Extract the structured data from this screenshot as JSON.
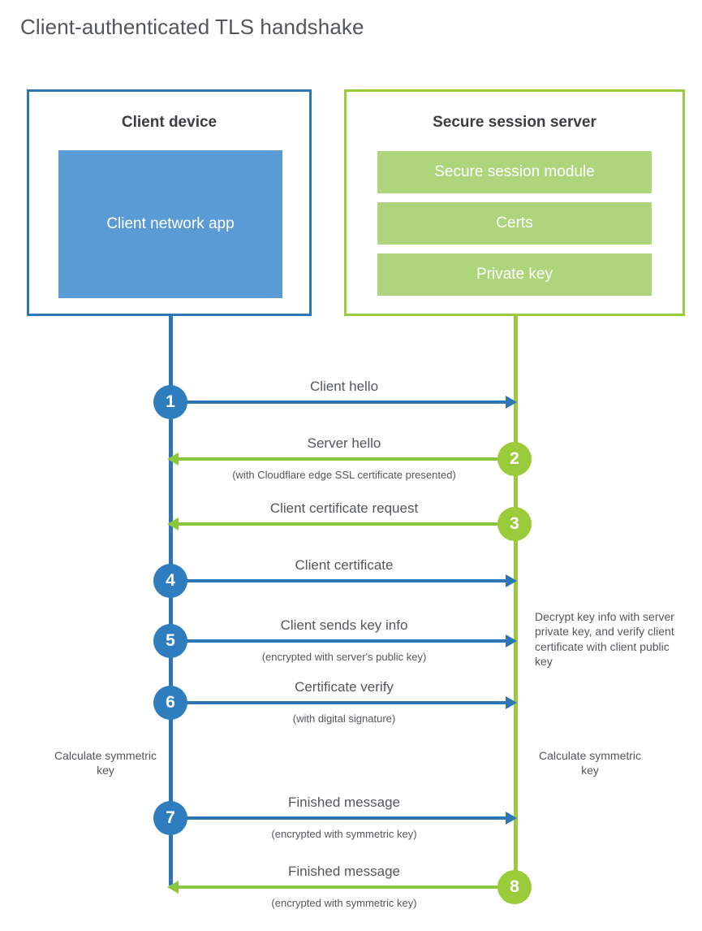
{
  "title": "Client-authenticated TLS handshake",
  "colors": {
    "blue_border": "#2E75B6",
    "blue_fill": "#5B9BD5",
    "blue_badge": "#2E7DBE",
    "green_border": "#9ACB3B",
    "green_fill": "#AFD57C",
    "green_badge": "#9ACB3B",
    "green_arrow": "#8CC63F",
    "text": "#53565a"
  },
  "entities": {
    "client": {
      "title": "Client device",
      "blocks": [
        "Client network app"
      ]
    },
    "server": {
      "title": "Secure session server",
      "blocks": [
        "Secure session module",
        "Certs",
        "Private key"
      ]
    }
  },
  "annotations": {
    "decrypt": "Decrypt key info with server private key, and verify client certificate with client public key",
    "calculate_left": "Calculate symmetric key",
    "calculate_right": "Calculate symmetric key"
  },
  "steps": [
    {
      "number": "1",
      "label": "Client hello",
      "sub": "",
      "direction": "to-server"
    },
    {
      "number": "2",
      "label": "Server hello",
      "sub": "(with Cloudflare edge SSL certificate presented)",
      "direction": "to-client"
    },
    {
      "number": "3",
      "label": "Client certificate request",
      "sub": "",
      "direction": "to-client"
    },
    {
      "number": "4",
      "label": "Client certificate",
      "sub": "",
      "direction": "to-server"
    },
    {
      "number": "5",
      "label": "Client sends key info",
      "sub": "(encrypted with server's public key)",
      "direction": "to-server"
    },
    {
      "number": "6",
      "label": "Certificate verify",
      "sub": "(with digital signature)",
      "direction": "to-server"
    },
    {
      "number": "7",
      "label": "Finished message",
      "sub": "(encrypted with symmetric key)",
      "direction": "to-server"
    },
    {
      "number": "8",
      "label": "Finished message",
      "sub": "(encrypted with symmetric key)",
      "direction": "to-client"
    }
  ]
}
